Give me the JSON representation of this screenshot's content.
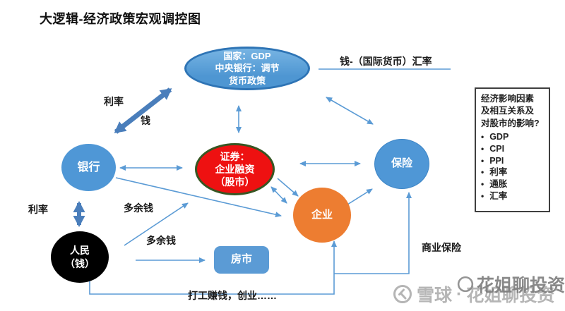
{
  "title": "大逻辑-经济政策宏观调控图",
  "nodes": {
    "central_bank": {
      "lines": [
        "国家：GDP",
        "中央银行：调节",
        "货币政策"
      ]
    },
    "bank": {
      "label": "银行"
    },
    "securities": {
      "lines": [
        "证券：",
        "企业融资",
        "（股市）"
      ]
    },
    "insurance": {
      "label": "保险"
    },
    "enterprise": {
      "label": "企业"
    },
    "people": {
      "lines": [
        "人民",
        "（钱）"
      ]
    },
    "housing": {
      "label": "房市"
    }
  },
  "edge_labels": {
    "interest_rate_top": "利率",
    "money": "钱",
    "exchange_rate": "钱-（国际货币）汇率",
    "interest_rate_left": "利率",
    "surplus_money_up": "多余钱",
    "surplus_money_right": "多余钱",
    "commercial_insurance": "商业保险",
    "work_earn": "打工赚钱，创业……"
  },
  "side_panel": {
    "heading_lines": [
      "经济影响因素",
      "及相互关系及",
      "对股市的影响?"
    ],
    "items": [
      "GDP",
      "CPI",
      "PPI",
      "利率",
      "通胀",
      "汇率"
    ],
    "bullet": "•"
  },
  "watermark": {
    "brand": "雪球",
    "separator": "·",
    "account": "花姐聊投资",
    "overlay": "花姐聊投资"
  },
  "colors": {
    "node_blue": "#4f97d6",
    "node_blue_border": "#2e74b5",
    "node_red": "#ee1111",
    "node_red_border": "#375623",
    "node_orange": "#ed7d31",
    "node_black": "#000000",
    "connector_blue": "#5b9bd5",
    "connector_thick_blue": "#4a7ebb",
    "text_black": "#1a1a1a",
    "watermark_gray": "#b5b5b5"
  }
}
